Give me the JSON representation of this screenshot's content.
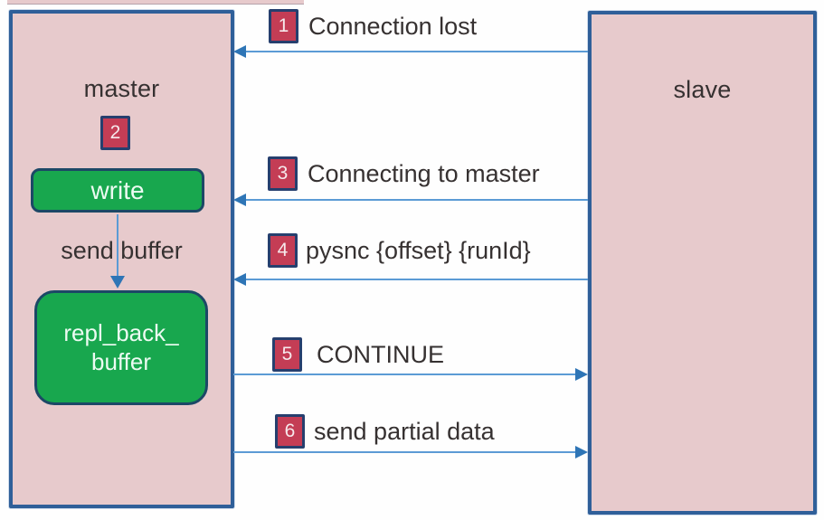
{
  "nodes": {
    "master": {
      "label": "master",
      "step_badge": "2",
      "write_box_label": "write",
      "send_buffer_label": "send buffer",
      "repl_buffer_line1": "repl_back_",
      "repl_buffer_line2": "buffer"
    },
    "slave": {
      "label": "slave"
    }
  },
  "messages": [
    {
      "num": "1",
      "label": "Connection lost",
      "direction": "slave-to-master"
    },
    {
      "num": "3",
      "label": "Connecting to master",
      "direction": "slave-to-master"
    },
    {
      "num": "4",
      "label": "pysnc {offset} {runId}",
      "direction": "slave-to-master"
    },
    {
      "num": "5",
      "label": "CONTINUE",
      "direction": "master-to-slave"
    },
    {
      "num": "6",
      "label": "send partial data",
      "direction": "master-to-slave"
    }
  ],
  "colors": {
    "node_fill": "#e7cacc",
    "node_border": "#2f5f99",
    "green_fill": "#18a74e",
    "green_border": "#1c4866",
    "badge_fill": "#c43d55",
    "badge_border": "#263f6e",
    "arrow_line": "#5b9bd5",
    "arrow_head": "#2e75b6",
    "text": "#363131",
    "background": "#fefefe"
  }
}
